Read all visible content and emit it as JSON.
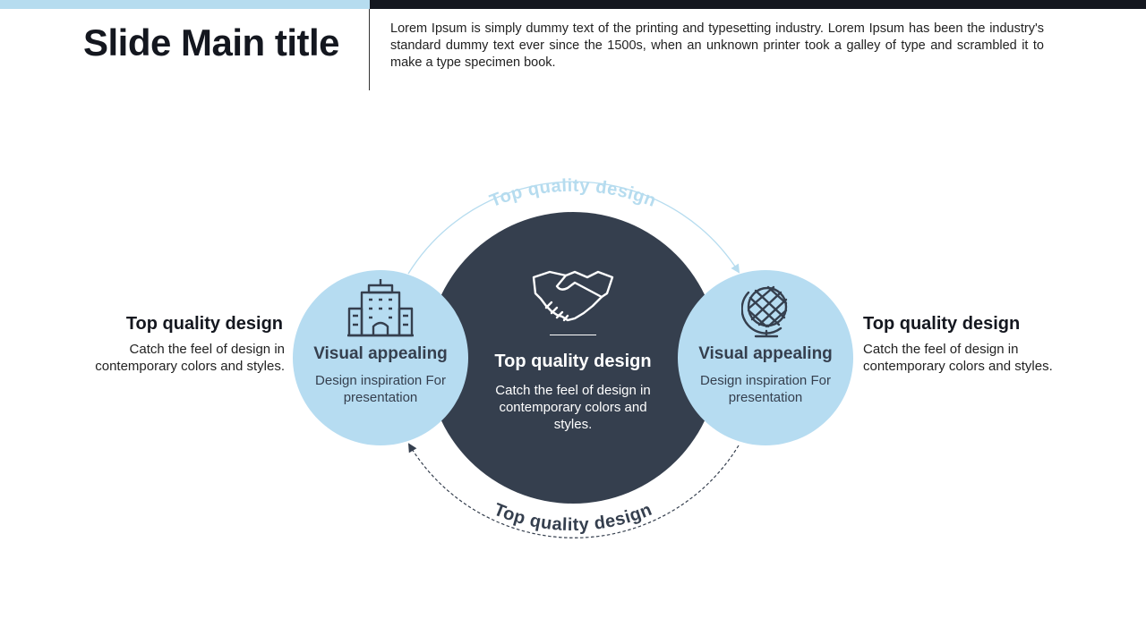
{
  "slide": {
    "title": "Slide Main title",
    "intro": "Lorem Ipsum is simply dummy text of the printing and typesetting industry. Lorem Ipsum has been the industry's standard dummy text ever since the 1500s, when an unknown printer took a galley of type and scrambled it to make a type specimen book."
  },
  "colors": {
    "light_blue": "#b6dcf1",
    "navy": "#353f4e",
    "black_bar": "#14171f"
  },
  "arcs": {
    "top_label": "Top quality design",
    "bottom_label": "Top quality design"
  },
  "center": {
    "icon": "handshake-icon",
    "heading": "Top quality design",
    "body": "Catch the feel of design in contemporary colors and styles."
  },
  "left_circle": {
    "icon": "building-icon",
    "heading": "Visual appealing",
    "body": "Design inspiration For presentation"
  },
  "right_circle": {
    "icon": "globe-icon",
    "heading": "Visual appealing",
    "body": "Design inspiration For presentation"
  },
  "left_side": {
    "heading": "Top quality design",
    "body": "Catch the feel of design in contemporary colors and styles."
  },
  "right_side": {
    "heading": "Top quality design",
    "body": "Catch the feel of design in contemporary colors and styles."
  }
}
